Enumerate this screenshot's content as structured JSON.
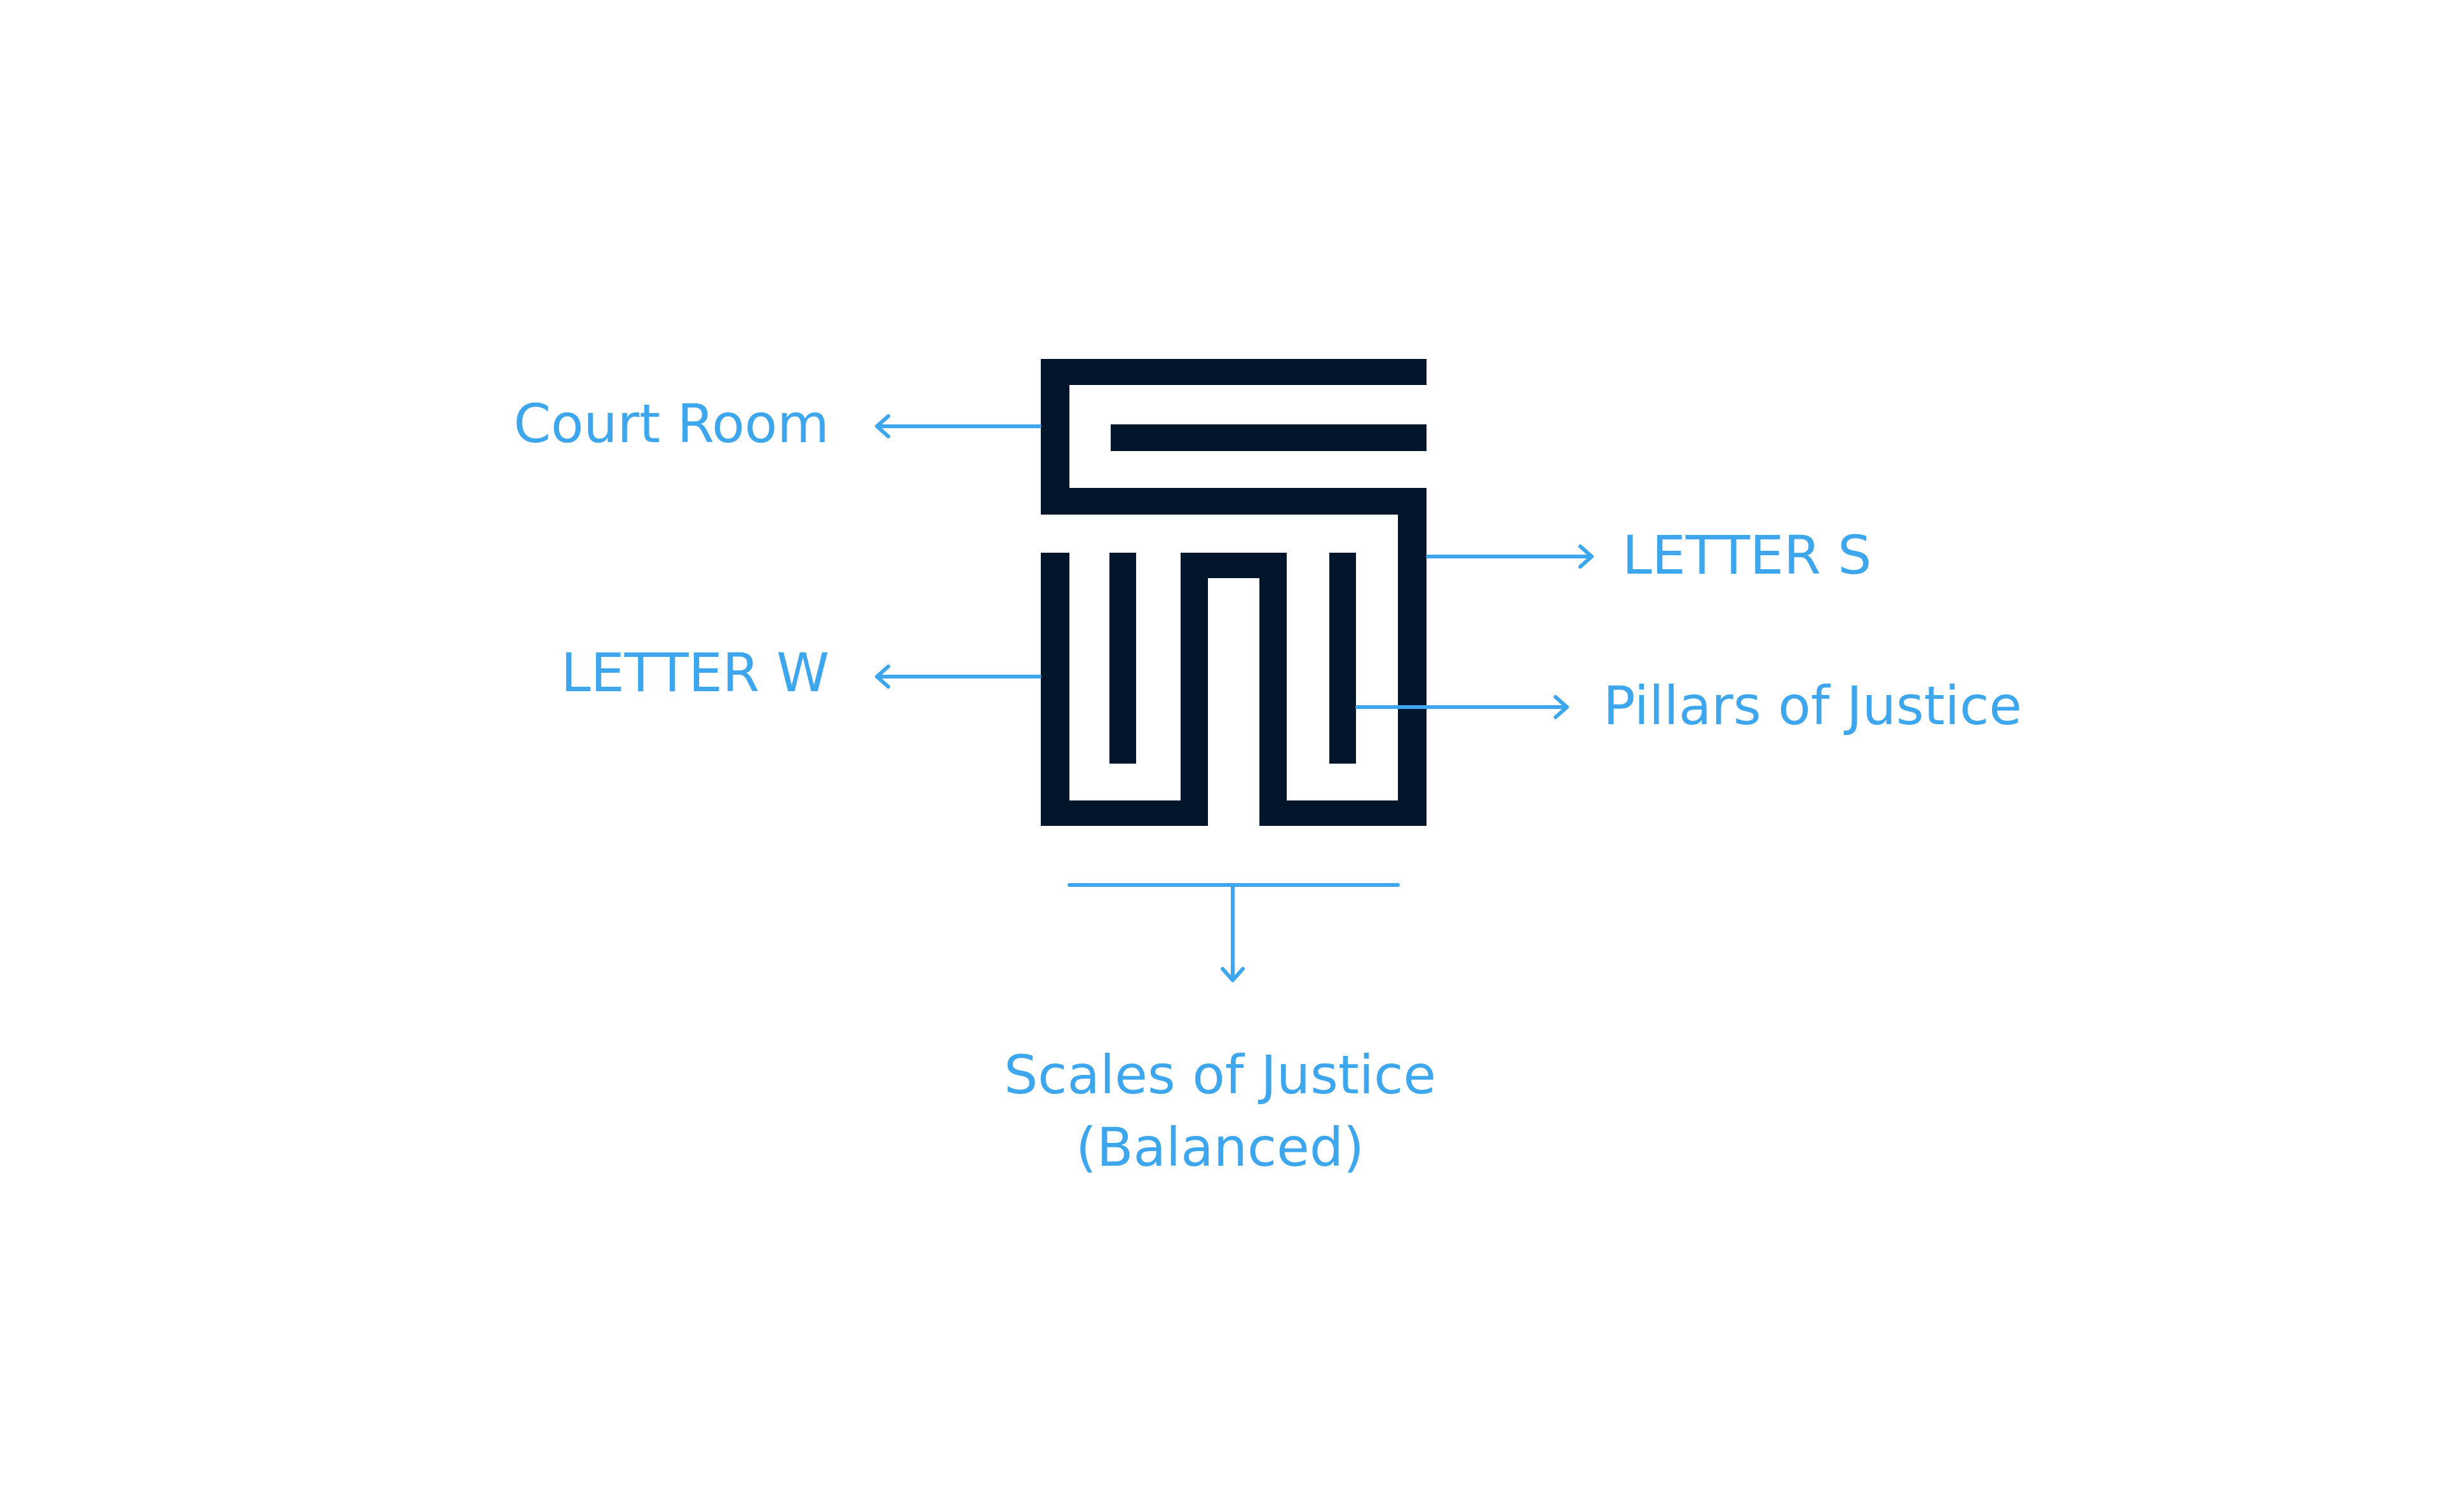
{
  "colors": {
    "logo": "#02152b",
    "annotation": "#3ea6ec",
    "background": "#ffffff"
  },
  "labels": {
    "court_room": "Court Room",
    "letter_s": "LETTER S",
    "letter_w": "LETTER W",
    "pillars": "Pillars of Justice",
    "scales_line1": "Scales of Justice",
    "scales_line2": "(Balanced)"
  }
}
